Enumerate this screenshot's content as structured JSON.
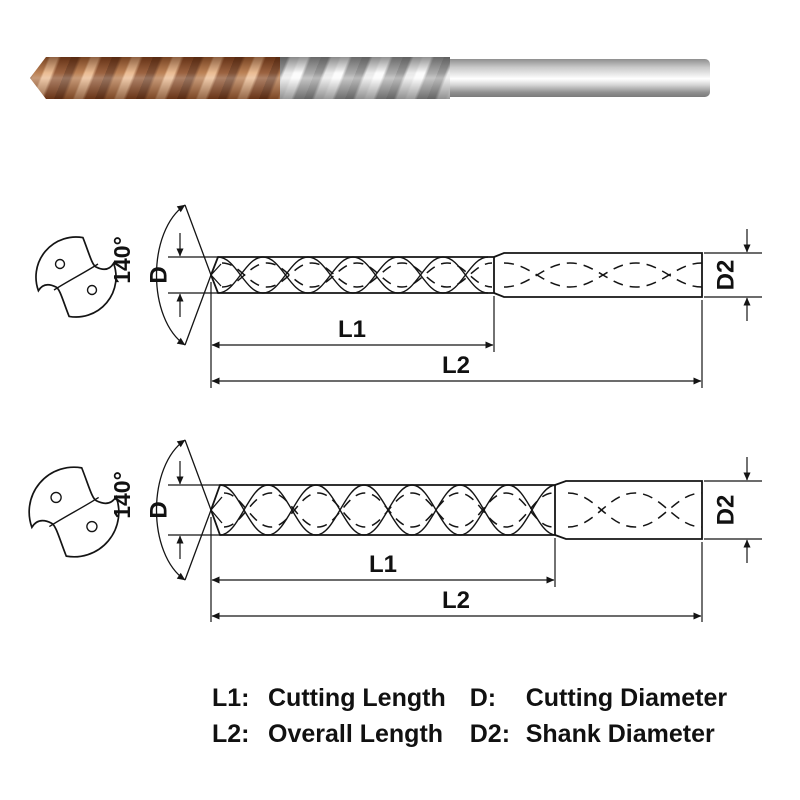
{
  "diagram": {
    "point_angle_label": "140°",
    "cutting_diameter_label": "D",
    "shank_diameter_label": "D2",
    "cutting_length_label": "L1",
    "overall_length_label": "L2"
  },
  "legend": {
    "items": [
      {
        "abbr": "L1:",
        "desc": "Cutting Length"
      },
      {
        "abbr": "L2:",
        "desc": "Overall Length"
      },
      {
        "abbr": "D:",
        "desc": "Cutting Diameter"
      },
      {
        "abbr": "D2:",
        "desc": "Shank Diameter"
      }
    ]
  },
  "colors": {
    "line": "#141414",
    "flute_coating_bronze": "#b06f3e",
    "shank_silver": "#d6d6d6"
  }
}
